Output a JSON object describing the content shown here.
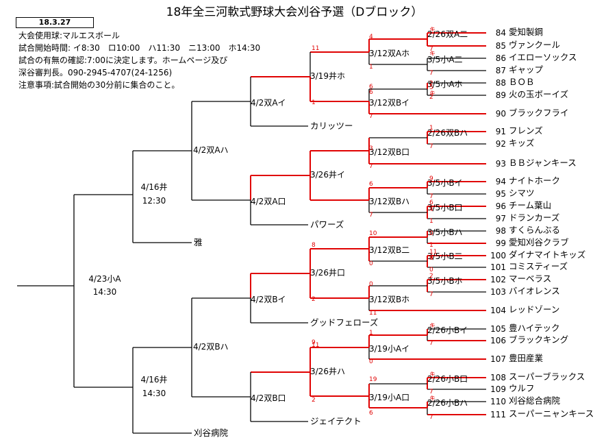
{
  "title": "18年全三河軟式野球大会刈谷予選（Dブロック）",
  "date_badge": "18.3.27",
  "info": [
    "大会使用球:マルエスボール",
    "試合開始時間: イ8:30　ロ10:00　ハ11:30　ニ13:00　ホ14:30",
    "試合の有無の確認:7:00に決定します。ホームページ及び",
    "深谷審判長。090-2945-4707(24-1256)",
    "注意事項:試合開始の30分前に集合のこと。"
  ],
  "teams": [
    {
      "no": "84",
      "name": "愛知製鋼"
    },
    {
      "no": "85",
      "name": "ヴァンクール"
    },
    {
      "no": "86",
      "name": "イエローソックス"
    },
    {
      "no": "87",
      "name": "ギャップ"
    },
    {
      "no": "88",
      "name": "ＢＯＢ"
    },
    {
      "no": "89",
      "name": "火の玉ボーイズ"
    },
    {
      "no": "90",
      "name": "ブラックフライ"
    },
    {
      "no": "91",
      "name": "フレンズ"
    },
    {
      "no": "92",
      "name": "キッズ"
    },
    {
      "no": "93",
      "name": "ＢＢジャンキース"
    },
    {
      "no": "94",
      "name": "ナイトホーク"
    },
    {
      "no": "95",
      "name": "シマツ"
    },
    {
      "no": "96",
      "name": "チーム葉山"
    },
    {
      "no": "97",
      "name": "ドランカーズ"
    },
    {
      "no": "98",
      "name": "すくらんぶる"
    },
    {
      "no": "99",
      "name": "愛知刈谷クラブ"
    },
    {
      "no": "100",
      "name": "ダイナマイトキッズ"
    },
    {
      "no": "101",
      "name": "コミスティーズ"
    },
    {
      "no": "102",
      "name": "マーベラス"
    },
    {
      "no": "103",
      "name": "バイオレンス"
    },
    {
      "no": "104",
      "name": "レッドゾーン"
    },
    {
      "no": "105",
      "name": "豊ハイテック"
    },
    {
      "no": "106",
      "name": "ブラックキング"
    },
    {
      "no": "107",
      "name": "豊田産業"
    },
    {
      "no": "108",
      "name": "スーパーブラックス"
    },
    {
      "no": "109",
      "name": "ウルフ"
    },
    {
      "no": "110",
      "name": "刈谷総合病院"
    },
    {
      "no": "111",
      "name": "スーパーニャンキース"
    }
  ],
  "seeds": [
    "カリッツー",
    "パワーズ",
    "雅",
    "グッドフェローズ",
    "ジェイテクト",
    "刈谷病院"
  ],
  "r1": [
    "2/26双A二",
    "3/5小A二",
    "3/5小Aホ",
    "2/26双Bハ",
    "3/5小Bイ",
    "3/5小B口",
    "3/5小Bハ",
    "3/5小B二",
    "3/5小Bホ",
    "2/26小Bイ",
    "2/26小B口",
    "2/26小Bハ"
  ],
  "r2": [
    "3/12双Aホ",
    "3/12双Bイ",
    "3/12双B口",
    "3/12双Bハ",
    "3/12双B二",
    "3/12双Bホ",
    "3/19小Aイ",
    "3/19小A口"
  ],
  "r3": [
    "3/19井ホ",
    "3/26井イ",
    "3/26井口",
    "3/26井ハ"
  ],
  "r4": [
    "4/2双Aイ",
    "4/2双A口",
    "4/2双Bイ",
    "4/2双B口"
  ],
  "r5": [
    "4/2双Aハ",
    "4/2双Bハ"
  ],
  "r6": [
    {
      "date": "4/16井",
      "time": "12:30"
    },
    {
      "date": "4/16井",
      "time": "14:30"
    }
  ],
  "final": {
    "date": "4/23小A",
    "time": "14:30"
  },
  "scores": {
    "s1": "キ",
    "s2": "7",
    "s3": "キ",
    "s4": "7",
    "s5": "2",
    "s6": "キ",
    "s7": "4",
    "s8": "1",
    "s9": "6",
    "s10": "7",
    "s11": "5",
    "s12": "2",
    "s13": "6",
    "s14": "11",
    "s15": "1",
    "s16": "1",
    "s17": "7",
    "s18": "3",
    "s19": "7",
    "s20": "9",
    "s21": "7",
    "s22": "6",
    "s23": "4",
    "s24": "1",
    "s25": "0",
    "s26": "1",
    "s27": "11",
    "s28": "3",
    "s29": "10",
    "s30": "0",
    "s31": "2",
    "s32": "8",
    "s33": "2",
    "s34": "0",
    "s35": "11",
    "s36": "9",
    "s37": "1",
    "s38": "0",
    "s39": "4",
    "s40": "0",
    "s41": "キ",
    "s42": "7",
    "s43": "7",
    "s44": "19",
    "s45": "6",
    "s46": "キ",
    "s47": "7",
    "s48": "キ",
    "s49": "7",
    "s50": "11",
    "s51": "2",
    "s52": "6",
    "s53": "7"
  }
}
